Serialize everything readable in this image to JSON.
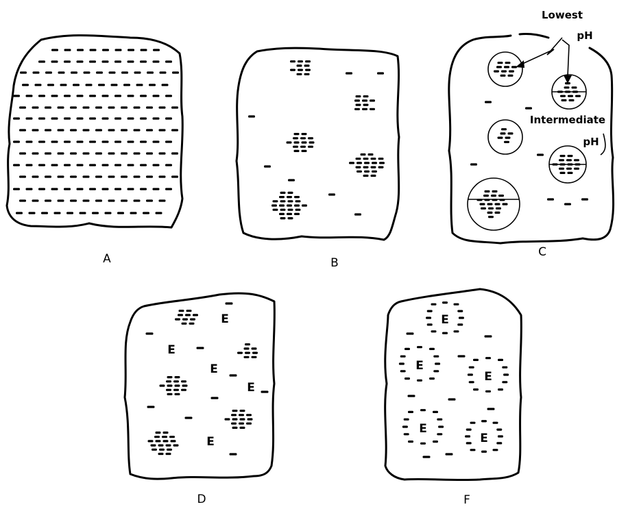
{
  "panels": {
    "A": {
      "label": "A"
    },
    "B": {
      "label": "B"
    },
    "C": {
      "label": "C"
    },
    "D": {
      "label": "D"
    },
    "F": {
      "label": "F"
    }
  },
  "annotations": {
    "lowest_line1": "Lowest",
    "lowest_line2": "pH",
    "intermediate_line1": "Intermediate",
    "intermediate_line2": "pH"
  },
  "marker": "E"
}
